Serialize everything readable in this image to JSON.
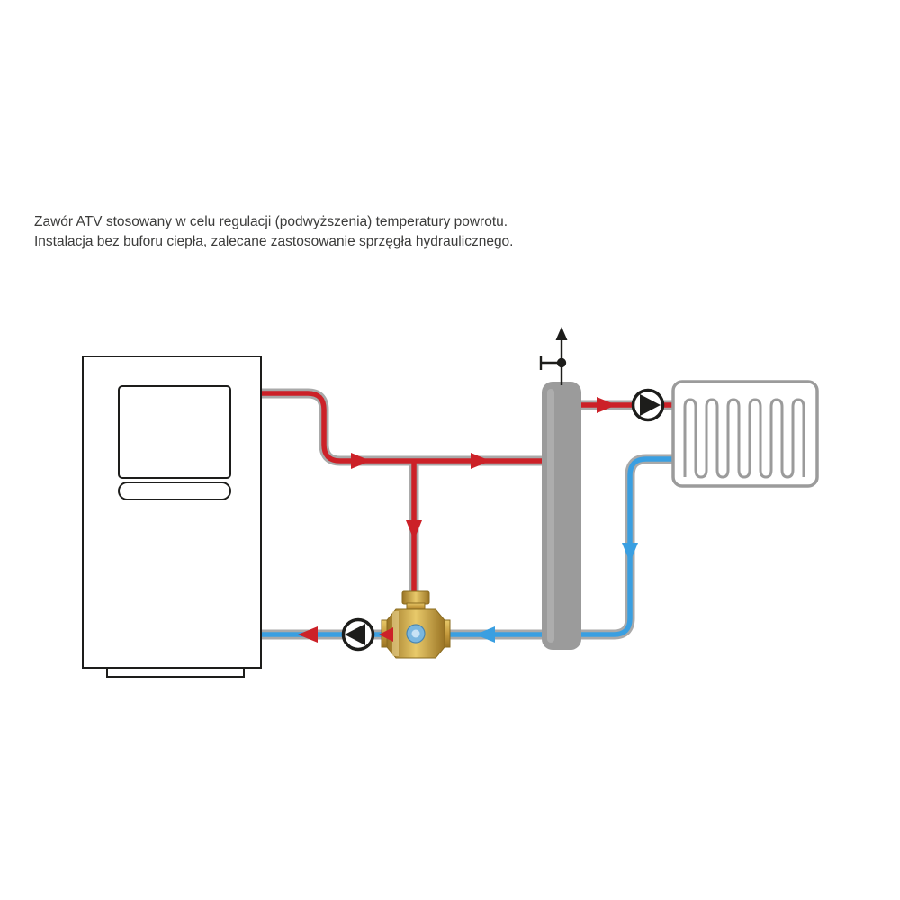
{
  "caption": {
    "line1": "Zawór ATV stosowany w celu regulacji (podwyższenia) temperatury powrotu.",
    "line2": "Instalacja bez buforu ciepła, zalecane zastosowanie sprzęgła hydraulicznego."
  },
  "colors": {
    "background": "#ffffff",
    "text": "#3c3c3b",
    "pipe-gray": "#a9a9a9",
    "supply-red": "#cc2128",
    "return-blue": "#3a9fe1",
    "separator-gray": "#9b9b9b",
    "outline-black": "#1d1d1b",
    "valve-brass": "#d9b254",
    "valve-brass-dark": "#8a6b1f",
    "valve-label-blue": "#7ab7e0"
  },
  "icons": {
    "boiler": "boiler-unit-outline",
    "hydraulic-separator": "gray-vertical-cylinder",
    "air-vent": "vent-valve-symbol",
    "pump": "circle-with-black-triangle",
    "radiator": "coil-radiator",
    "atv-valve": "brass-mixing-valve"
  }
}
